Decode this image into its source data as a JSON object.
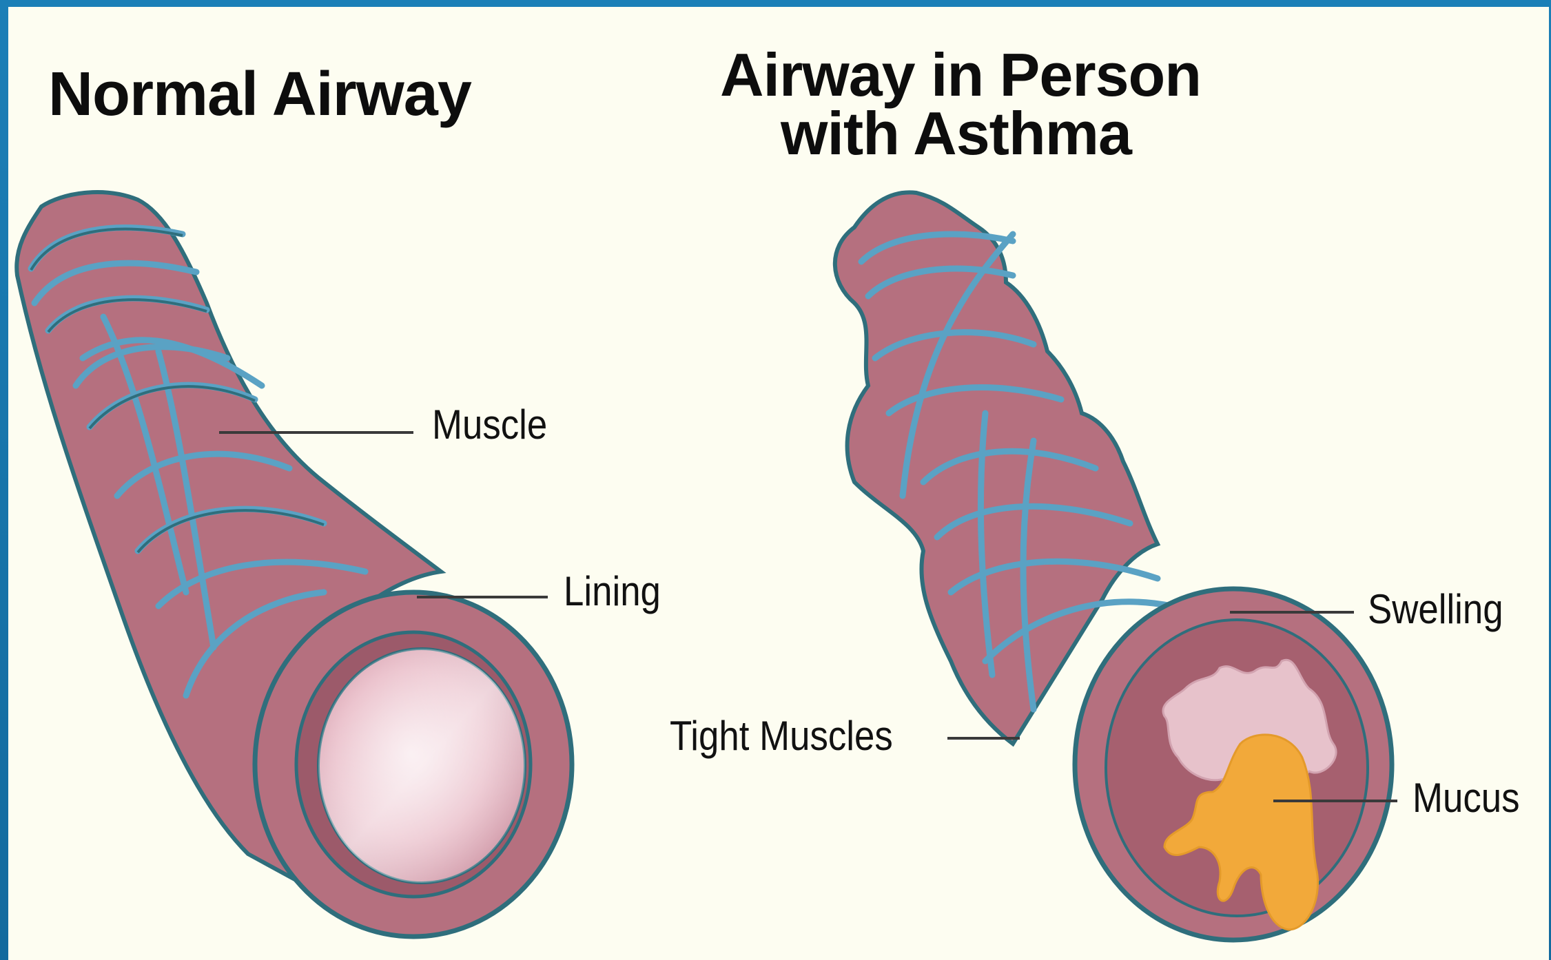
{
  "titles": {
    "normal": "Normal Airway",
    "asthma_line1": "Airway in Person",
    "asthma_line2": "with Asthma"
  },
  "labels": {
    "muscle": "Muscle",
    "lining": "Lining",
    "swelling": "Swelling",
    "tight_muscles": "Tight Muscles",
    "mucus": "Mucus"
  },
  "colors": {
    "airway_wall": "#b5707f",
    "airway_outline": "#2f6e7c",
    "muscle_band": "#5aa2c4",
    "lumen_light": "#f3d8df",
    "mucus": "#f2a93a",
    "background": "#fdfdf1",
    "border": "#1b7fb7"
  }
}
